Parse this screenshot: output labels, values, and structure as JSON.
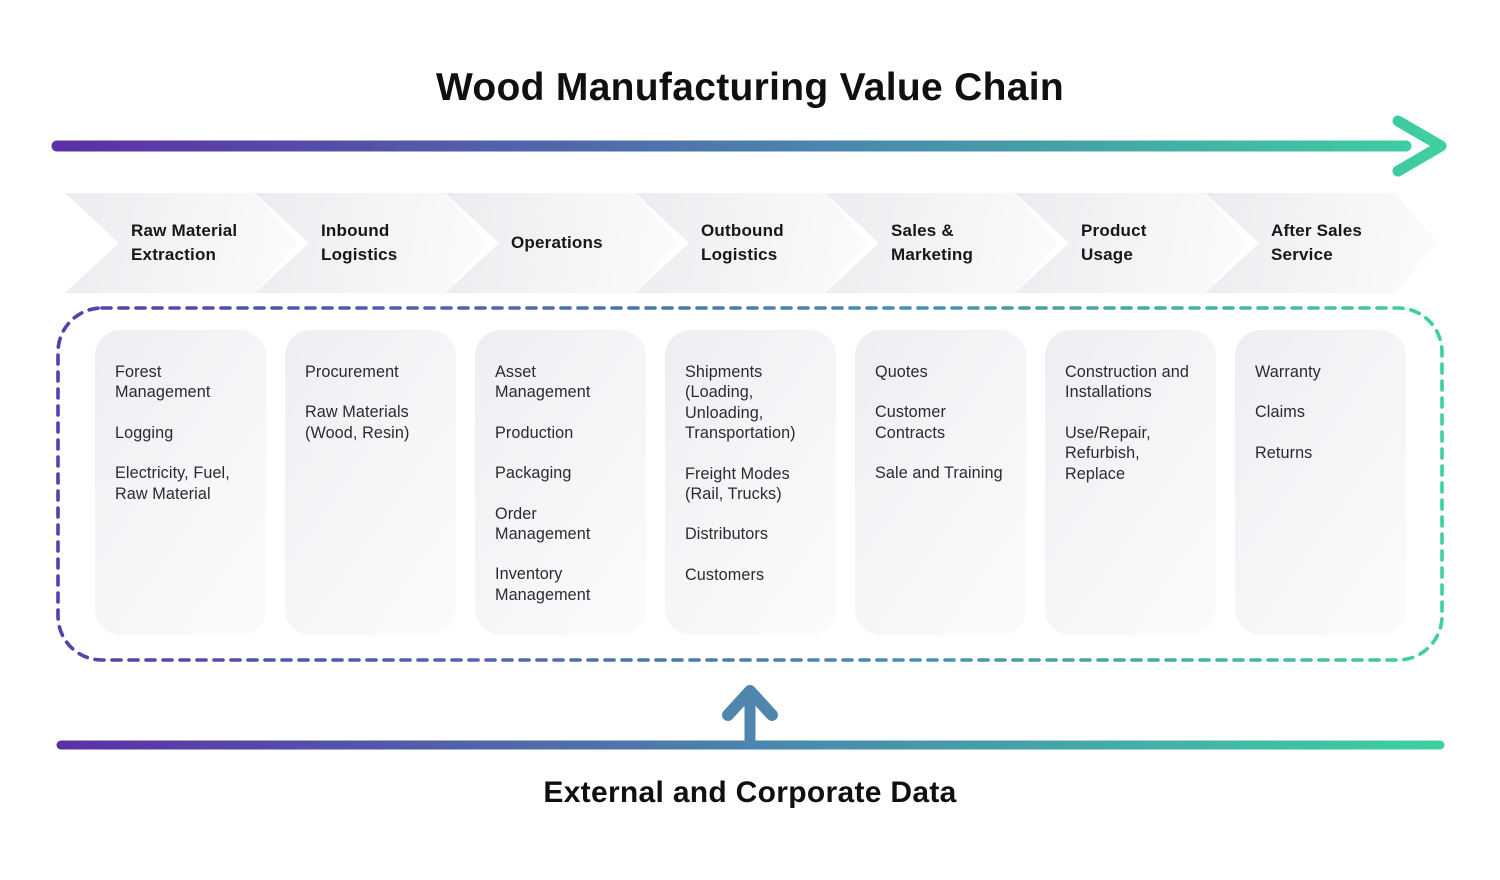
{
  "title": "Wood Manufacturing Value Chain",
  "footer_label": "External and Corporate Data",
  "colors": {
    "gradient_start": "#5b2fa5",
    "gradient_mid": "#4b84ad",
    "gradient_end": "#3ed0a0",
    "dash_start": "#5140ae",
    "up_arrow": "#4e86ad"
  },
  "stages": [
    {
      "label": "Raw Material Extraction",
      "items": [
        "Forest Management",
        "Logging",
        "Electricity, Fuel, Raw Material"
      ]
    },
    {
      "label": "Inbound Logistics",
      "items": [
        "Procurement",
        "Raw Materials (Wood, Resin)"
      ]
    },
    {
      "label": "Operations",
      "items": [
        "Asset Management",
        "Production",
        "Packaging",
        "Order Management",
        "Inventory Management"
      ]
    },
    {
      "label": "Outbound Logistics",
      "items": [
        "Shipments (Loading, Unloading, Transportation)",
        "Freight Modes (Rail, Trucks)",
        "Distributors",
        "Customers"
      ]
    },
    {
      "label": "Sales & Marketing",
      "items": [
        "Quotes",
        "Customer Contracts",
        "Sale and Training"
      ]
    },
    {
      "label": "Product Usage",
      "items": [
        "Construction and Installations",
        "Use/Repair, Refurbish, Replace"
      ]
    },
    {
      "label": "After Sales Service",
      "items": [
        "Warranty",
        "Claims",
        "Returns"
      ]
    }
  ]
}
